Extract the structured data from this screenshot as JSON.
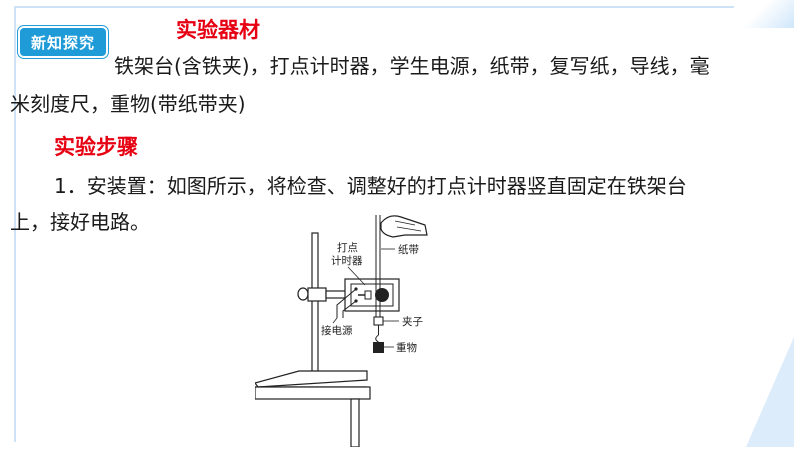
{
  "badge": "新知探究",
  "sections": {
    "equipment_title": "实验器材",
    "equipment_line1": "铁架台(含铁夹)，打点计时器，学生电源，纸带，复写纸，导线，毫",
    "equipment_line2": "米刻度尺，重物(带纸带夹)",
    "steps_title": "实验步骤",
    "step1_line1": "1．安装置：如图所示，将检查、调整好的打点计时器竖直固定在铁架台",
    "step1_line2": "上，接好电路。"
  },
  "figure": {
    "labels": {
      "timer_line1": "打点",
      "timer_line2": "计时器",
      "paper_tape": "纸带",
      "power": "接电源",
      "clip": "夹子",
      "weight": "重物"
    }
  },
  "colors": {
    "accent_red": "#e60012",
    "badge_blue": "#1f9bd7"
  }
}
